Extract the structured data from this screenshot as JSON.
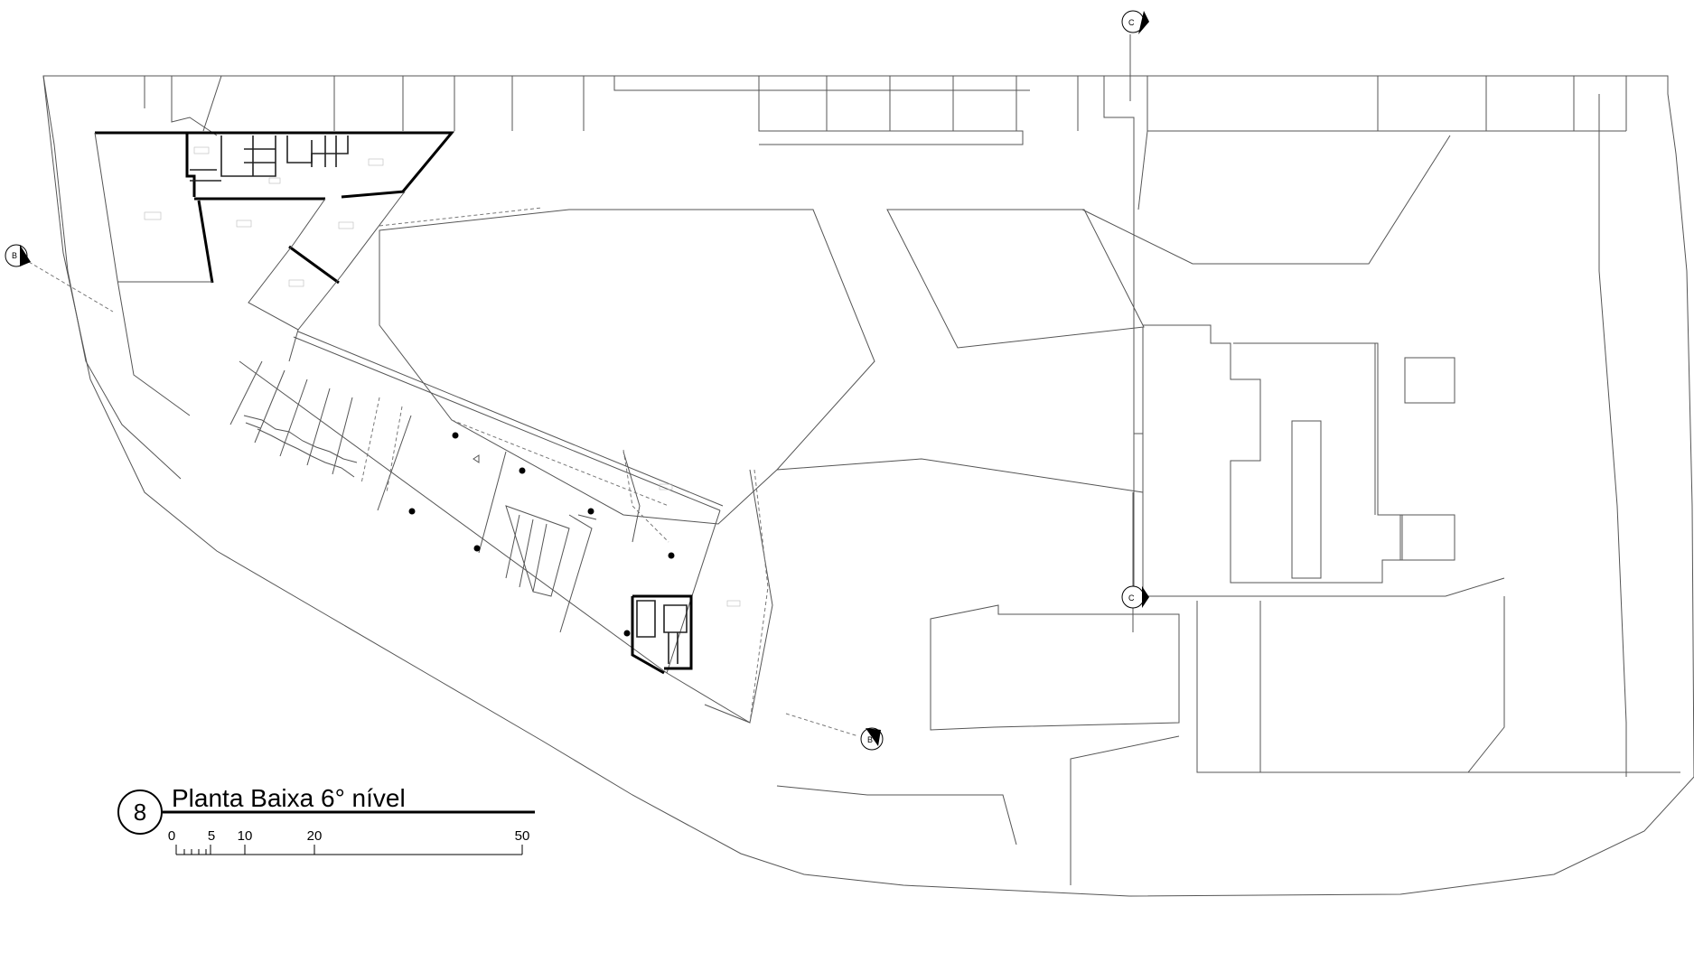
{
  "drawing": {
    "number": "8",
    "title": "Planta Baixa 6° nível",
    "scale_ticks": [
      "0",
      "5",
      "10",
      "20",
      "50"
    ]
  },
  "section_markers": {
    "b": "B",
    "c": "C"
  },
  "colors": {
    "line": "#555555",
    "wall": "#000000",
    "background": "#ffffff"
  }
}
